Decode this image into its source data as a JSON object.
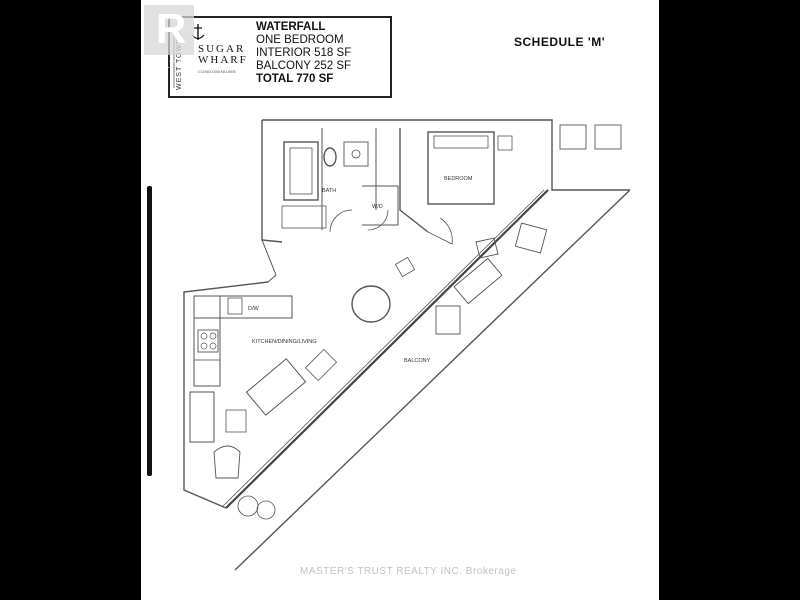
{
  "watermark": {
    "realtor": "REALTOR",
    "realtor_glyph": "R",
    "brokerage": "MASTER'S TRUST REALTY INC. Brokerage"
  },
  "branding": {
    "tower": "WEST TOWER",
    "project": "SUGAR WHARF",
    "developer": "CONDOMINIUMS"
  },
  "suite": {
    "name": "WATERFALL",
    "type": "ONE BEDROOM",
    "interior": "INTERIOR 518 SF",
    "balcony": "BALCONY 252 SF",
    "total": "TOTAL 770 SF"
  },
  "schedule": "SCHEDULE 'M'",
  "rooms": {
    "bath": "BATH",
    "wd": "W/D",
    "bedroom": "BEDROOM",
    "dw": "D/W",
    "kitchen": "KITCHEN/DINING/LIVING",
    "balcony": "BALCONY"
  },
  "colors": {
    "line": "#555555",
    "ink": "#111111",
    "page": "#ffffff",
    "background": "#000000"
  }
}
